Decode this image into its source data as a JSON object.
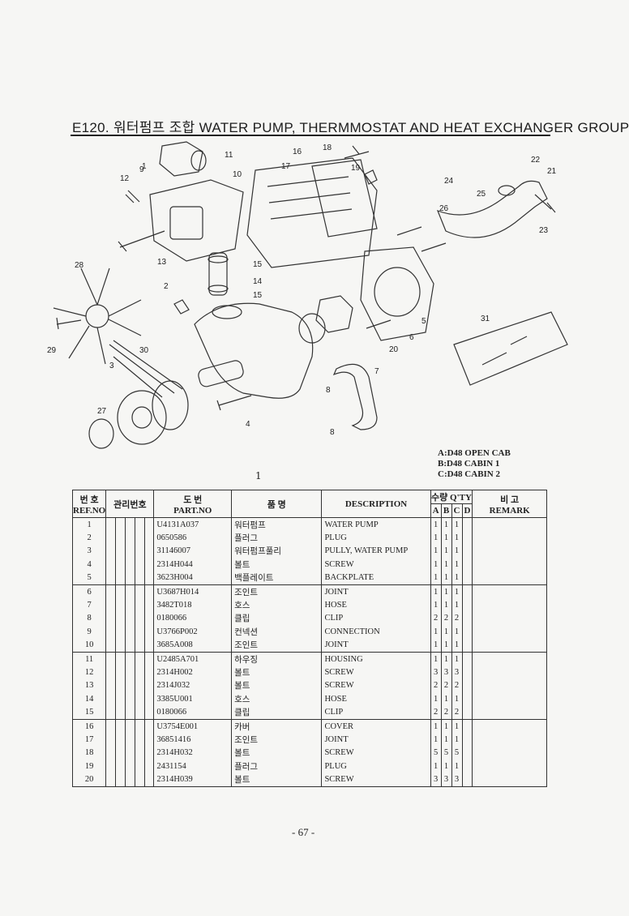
{
  "title": "E120. 워터펌프 조합 WATER PUMP, THERMMOSTAT AND HEAT EXCHANGER GROUP",
  "diagram": {
    "callouts": [
      "1",
      "2",
      "3",
      "4",
      "5",
      "6",
      "7",
      "8",
      "8",
      "9",
      "10",
      "11",
      "12",
      "13",
      "14",
      "15",
      "15",
      "16",
      "17",
      "18",
      "19",
      "20",
      "21",
      "22",
      "23",
      "24",
      "25",
      "26",
      "27",
      "28",
      "29",
      "30",
      "31"
    ]
  },
  "cab_legend": [
    "A:D48 OPEN CAB",
    "B:D48 CABIN 1",
    "C:D48 CABIN 2"
  ],
  "figure_number": "1",
  "table": {
    "headers": {
      "ref_ko": "번 호",
      "ref_en": "REF.NO",
      "mgmt_ko": "관리번호",
      "part_ko": "도 번",
      "part_en": "PART.NO",
      "name_ko": "품 명",
      "desc_en": "DESCRIPTION",
      "qty_ko": "수량",
      "qty_en": "Q'TY",
      "remark_ko": "비 고",
      "remark_en": "REMARK",
      "qty_cols": [
        "A",
        "B",
        "C",
        "D"
      ]
    },
    "rows": [
      {
        "ref": "1",
        "part": "U4131A037",
        "name": "워터펌프",
        "desc": "WATER PUMP",
        "a": "1",
        "b": "1",
        "c": "1"
      },
      {
        "ref": "2",
        "part": "0650586",
        "name": "플러그",
        "desc": "PLUG",
        "a": "1",
        "b": "1",
        "c": "1"
      },
      {
        "ref": "3",
        "part": "31146007",
        "name": "워터펌프풀리",
        "desc": "PULLY, WATER PUMP",
        "a": "1",
        "b": "1",
        "c": "1"
      },
      {
        "ref": "4",
        "part": "2314H044",
        "name": "볼트",
        "desc": "SCREW",
        "a": "1",
        "b": "1",
        "c": "1"
      },
      {
        "ref": "5",
        "part": "3623H004",
        "name": "백플레이트",
        "desc": "BACKPLATE",
        "a": "1",
        "b": "1",
        "c": "1"
      },
      {
        "ref": "6",
        "part": "U3687H014",
        "name": "조인트",
        "desc": "JOINT",
        "a": "1",
        "b": "1",
        "c": "1"
      },
      {
        "ref": "7",
        "part": "3482T018",
        "name": "호스",
        "desc": "HOSE",
        "a": "1",
        "b": "1",
        "c": "1"
      },
      {
        "ref": "8",
        "part": "0180066",
        "name": "클립",
        "desc": "CLIP",
        "a": "2",
        "b": "2",
        "c": "2"
      },
      {
        "ref": "9",
        "part": "U3766P002",
        "name": "컨넥션",
        "desc": "CONNECTION",
        "a": "1",
        "b": "1",
        "c": "1"
      },
      {
        "ref": "10",
        "part": "3685A008",
        "name": "조인트",
        "desc": "JOINT",
        "a": "1",
        "b": "1",
        "c": "1"
      },
      {
        "ref": "11",
        "part": "U2485A701",
        "name": "하우징",
        "desc": "HOUSING",
        "a": "1",
        "b": "1",
        "c": "1"
      },
      {
        "ref": "12",
        "part": "2314H002",
        "name": "볼트",
        "desc": "SCREW",
        "a": "3",
        "b": "3",
        "c": "3"
      },
      {
        "ref": "13",
        "part": "2314J032",
        "name": "볼트",
        "desc": "SCREW",
        "a": "2",
        "b": "2",
        "c": "2"
      },
      {
        "ref": "14",
        "part": "3385U001",
        "name": "호스",
        "desc": "HOSE",
        "a": "1",
        "b": "1",
        "c": "1"
      },
      {
        "ref": "15",
        "part": "0180066",
        "name": "클립",
        "desc": "CLIP",
        "a": "2",
        "b": "2",
        "c": "2"
      },
      {
        "ref": "16",
        "part": "U3754E001",
        "name": "카버",
        "desc": "COVER",
        "a": "1",
        "b": "1",
        "c": "1"
      },
      {
        "ref": "17",
        "part": "36851416",
        "name": "조인트",
        "desc": "JOINT",
        "a": "1",
        "b": "1",
        "c": "1"
      },
      {
        "ref": "18",
        "part": "2314H032",
        "name": "볼트",
        "desc": "SCREW",
        "a": "5",
        "b": "5",
        "c": "5"
      },
      {
        "ref": "19",
        "part": "2431154",
        "name": "플러그",
        "desc": "PLUG",
        "a": "1",
        "b": "1",
        "c": "1"
      },
      {
        "ref": "20",
        "part": "2314H039",
        "name": "볼트",
        "desc": "SCREW",
        "a": "3",
        "b": "3",
        "c": "3"
      }
    ]
  },
  "page_number": "- 67 -"
}
